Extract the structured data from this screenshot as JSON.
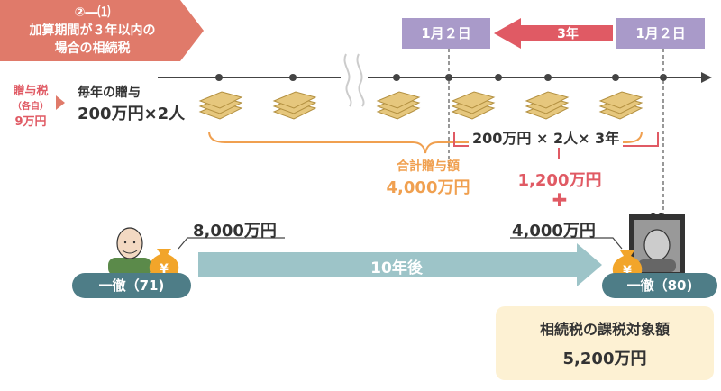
{
  "header": {
    "tag_line1": "②―⑴",
    "tag_line2": "加算期間が３年以内の",
    "tag_line3": "場合の相続税"
  },
  "timeline": {
    "date_left": "1月２日",
    "date_right": "1月２日",
    "arrow_label": "3年"
  },
  "gift_tax": {
    "line1": "贈与税",
    "line2": "（各自）",
    "line3": "9万円"
  },
  "annual_gift": {
    "line1": "毎年の贈与",
    "line2": "200万円×2人"
  },
  "bracket_label": "200万円 × 2人× 3年",
  "total_gift": {
    "label": "合計贈与額",
    "value": "4,000万円"
  },
  "added_amount": "1,200万円",
  "plus_sign": "✚",
  "base_amount_right": "4,000万円",
  "base_amount_left": "8,000万円",
  "big_arrow_label": "10年後",
  "person_left": {
    "label": "一徹（71)"
  },
  "person_right": {
    "label": "一徹（80)"
  },
  "result": {
    "title": "相続税の課税対象額",
    "value": "5,200万円"
  },
  "colors": {
    "tag": "#e07a6a",
    "date_box": "#a99ac9",
    "period_arrow": "#e05a64",
    "orange": "#f0a050",
    "teal": "#4e7d87",
    "big_arrow": "#9dc4c8",
    "yellow_box": "#fdf1d3"
  },
  "icons": [
    "money-stack-icon",
    "yen-bag-icon",
    "old-man-icon",
    "memorial-portrait-icon"
  ]
}
